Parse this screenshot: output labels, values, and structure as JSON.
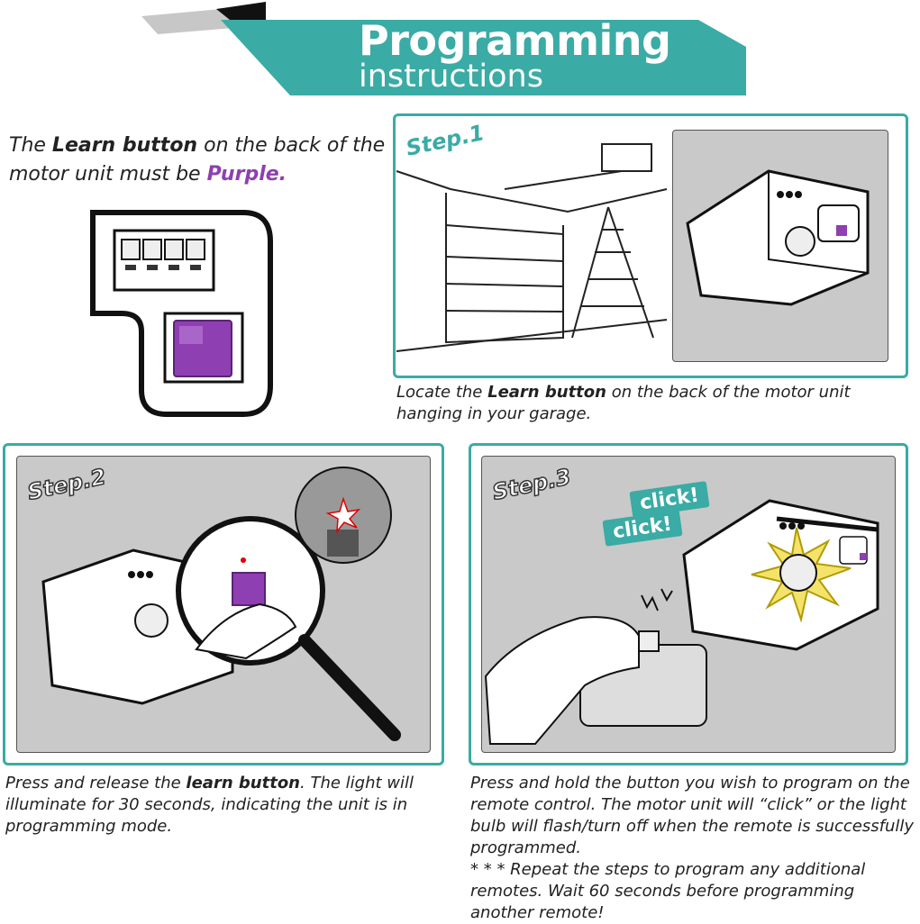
{
  "header": {
    "title": "Programming",
    "subtitle": "instructions",
    "accent_color": "#3aaba5"
  },
  "intro": {
    "part1": "The ",
    "learn_button": "Learn button",
    "part2": " on the back of the motor unit must be ",
    "color_word": "Purple.",
    "highlight_color": "#8e3fb1"
  },
  "steps": [
    {
      "label": "Step.1",
      "caption_part1": "Locate the ",
      "caption_bold": "Learn button",
      "caption_part2": " on the back of the motor unit hanging in your garage."
    },
    {
      "label": "Step.2",
      "caption_part1": "Press and release the ",
      "caption_bold": "learn button",
      "caption_part2": ". The light will illuminate for 30 seconds, indicating the unit is in programming mode."
    },
    {
      "label": "Step.3",
      "click_label": "click!",
      "caption_line1": "Press and hold the button you wish to program on the remote control. The motor unit will “click” or the light bulb will flash/turn off when the remote is successfully programmed.",
      "caption_line2": "* * * Repeat the steps to program any additional remotes. Wait 60 seconds before programming another remote!"
    }
  ]
}
